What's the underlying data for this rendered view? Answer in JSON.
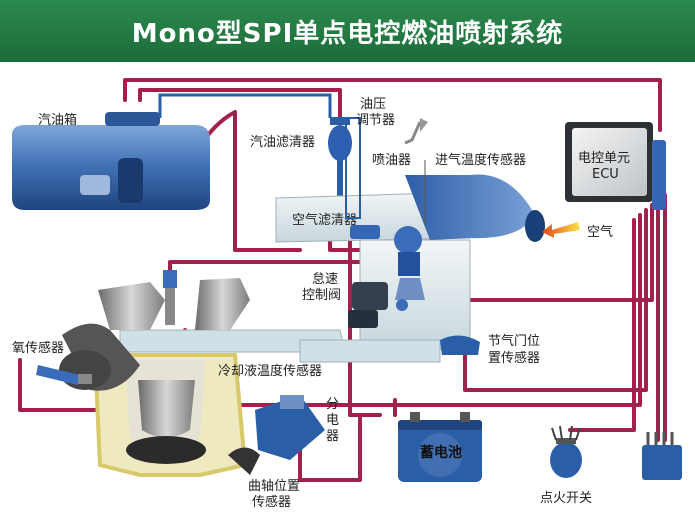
{
  "title": "Mono型SPI单点电控燃油喷射系统",
  "labels": {
    "fuel_tank": "汽油箱",
    "fuel_filter": "汽油滤清器",
    "regulator_1": "油压",
    "regulator_2": "调节器",
    "injector": "喷油器",
    "intake_temp": "进气温度传感器",
    "ecu_1": "电控单元",
    "ecu_2": "ECU",
    "air_filter": "空气滤清器",
    "air": "空气",
    "idle_1": "怠速",
    "idle_2": "控制阀",
    "oxygen": "氧传感器",
    "coolant": "冷却液温度传感器",
    "throttle_1": "节气门位",
    "throttle_2": "置传感器",
    "dist_1": "分",
    "dist_2": "电",
    "dist_3": "器",
    "battery": "蓄电池",
    "crank_1": "曲轴位置",
    "crank_2": "传感器",
    "ignition": "点火开关"
  },
  "colors": {
    "title_bg": "#1f7040",
    "wire": "#a3204a",
    "component_blue": "#2a5fa8",
    "housing": "#d9e6ea"
  }
}
